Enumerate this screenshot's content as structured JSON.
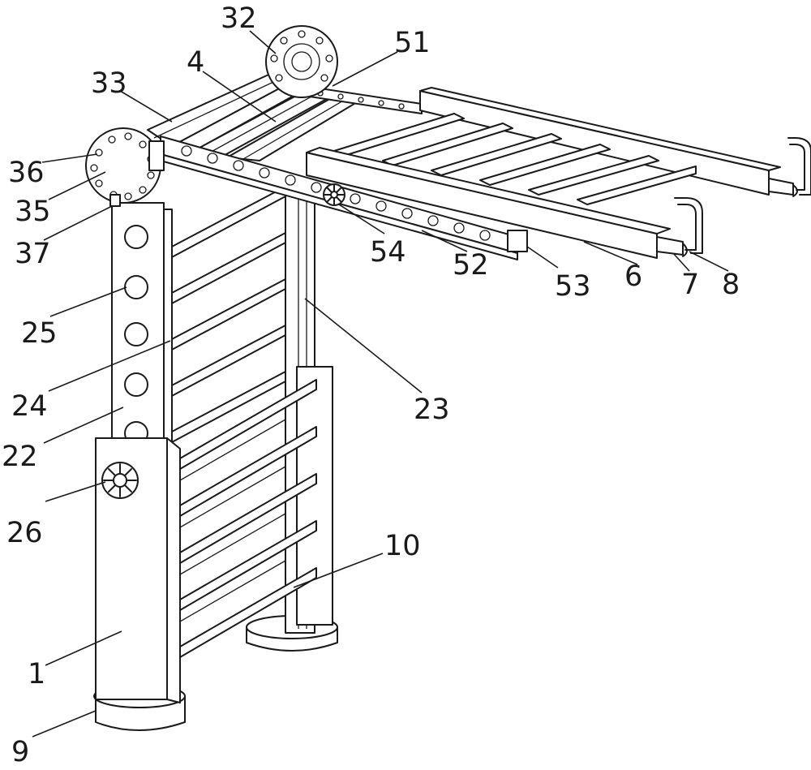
{
  "callouts": [
    {
      "id": "c32",
      "text": "32"
    },
    {
      "id": "c51",
      "text": "51"
    },
    {
      "id": "c33",
      "text": "33"
    },
    {
      "id": "c4",
      "text": "4"
    },
    {
      "id": "c36",
      "text": "36"
    },
    {
      "id": "c35",
      "text": "35"
    },
    {
      "id": "c37",
      "text": "37"
    },
    {
      "id": "c25",
      "text": "25"
    },
    {
      "id": "c24",
      "text": "24"
    },
    {
      "id": "c22",
      "text": "22"
    },
    {
      "id": "c26",
      "text": "26"
    },
    {
      "id": "c1",
      "text": "1"
    },
    {
      "id": "c9",
      "text": "9"
    },
    {
      "id": "c54",
      "text": "54"
    },
    {
      "id": "c52",
      "text": "52"
    },
    {
      "id": "c53",
      "text": "53"
    },
    {
      "id": "c6",
      "text": "6"
    },
    {
      "id": "c7",
      "text": "7"
    },
    {
      "id": "c8",
      "text": "8"
    },
    {
      "id": "c23",
      "text": "23"
    },
    {
      "id": "c10",
      "text": "10"
    }
  ]
}
